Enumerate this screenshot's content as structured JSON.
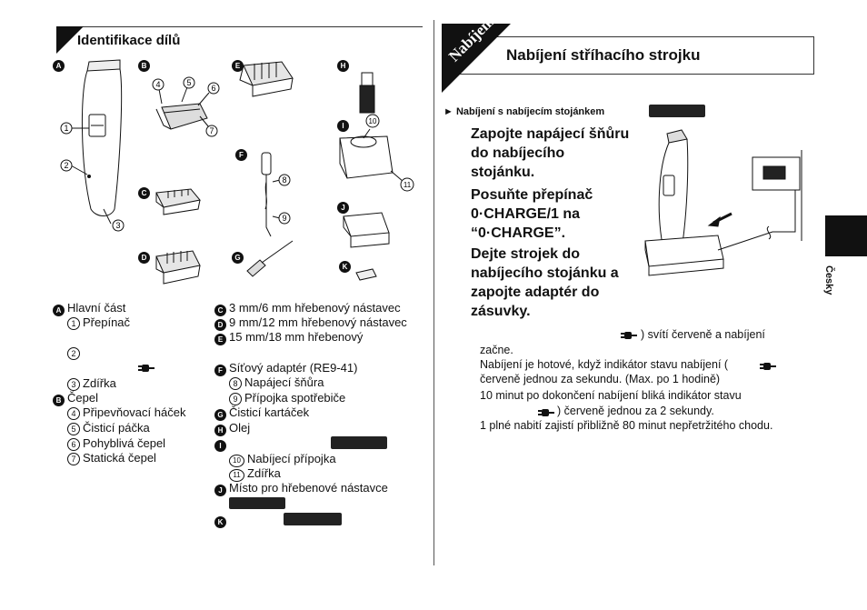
{
  "left": {
    "title": "Identifikace dílů",
    "figure_labels": {
      "A": "A",
      "B": "B",
      "C": "C",
      "D": "D",
      "E": "E",
      "F": "F",
      "G": "G",
      "H": "H",
      "I": "I",
      "J": "J",
      "K": "K"
    },
    "callouts": [
      "1",
      "2",
      "3",
      "4",
      "5",
      "6",
      "7",
      "8",
      "9",
      "10",
      "11"
    ],
    "col1": [
      {
        "badge": "A",
        "text": "Hlavní část"
      },
      {
        "num": "1",
        "text": "Přepínač"
      },
      {
        "num": "2",
        "text": ""
      },
      {
        "num": "3",
        "text": "Zdířka"
      },
      {
        "badge": "B",
        "text": "Čepel"
      },
      {
        "num": "4",
        "text": "Připevňovací háček"
      },
      {
        "num": "5",
        "text": "Čisticí páčka"
      },
      {
        "num": "6",
        "text": "Pohyblivá čepel"
      },
      {
        "num": "7",
        "text": "Statická čepel"
      }
    ],
    "col2": [
      {
        "badge": "C",
        "text": "3 mm/6 mm hřebenový nástavec"
      },
      {
        "badge": "D",
        "text": "9 mm/12 mm hřebenový nástavec"
      },
      {
        "badge": "E",
        "text": "15 mm/18 mm hřebenový"
      },
      {
        "badge": "F",
        "text": "Síťový adaptér (RE9-41)"
      },
      {
        "num": "8",
        "text": "Napájecí šňůra"
      },
      {
        "num": "9",
        "text": "Přípojka spotřebiče"
      },
      {
        "badge": "G",
        "text": "Čisticí kartáček"
      },
      {
        "badge": "H",
        "text": "Olej"
      },
      {
        "badge": "I",
        "text": ""
      },
      {
        "num": "10",
        "text": "Nabíjecí přípojka"
      },
      {
        "num": "11",
        "text": "Zdířka"
      },
      {
        "badge": "J",
        "text": "Místo pro hřebenové nástavce"
      },
      {
        "badge": "K",
        "text": ""
      }
    ]
  },
  "right": {
    "tab_label": "Nabíjení",
    "title": "Nabíjení stříhacího strojku",
    "subtitle": "► Nabíjení s nabíjecím stojánkem",
    "steps": [
      "Zapojte napájecí šňůru do nabíjecího stojánku.",
      "Posuňte přepínač 0·CHARGE/1 na “0·CHARGE”.",
      "Dejte strojek do nabíjecího stojánku a zapojte adaptér do zásuvky."
    ],
    "step_lines": [
      [
        "Zapojte napájecí šňůru",
        "do nabíjecího",
        "stojánku."
      ],
      [
        "Posuňte přepínač",
        "0·CHARGE/1 na",
        "“0·CHARGE”."
      ],
      [
        "Dejte strojek do",
        "nabíjecího stojánku a",
        "zapojte adaptér do",
        "zásuvky."
      ]
    ],
    "notes": {
      "l1": ") svítí červeně a nabíjení",
      "l2": "začne.",
      "l3": "Nabíjení je hotové, když indikátor stavu nabíjení (",
      "l4": "červeně jednou za sekundu. (Max. po 1 hodině)",
      "l5": "10 minut po dokončení nabíjení bliká indikátor stavu",
      "l6": ") červeně jednou za 2 sekundy.",
      "l7": "1 plné nabití zajistí přibližně 80 minut nepřetržitého chodu."
    },
    "language": "Česky"
  },
  "colors": {
    "ink": "#111111",
    "redaction": "#222222",
    "rule": "#333333"
  },
  "icons": [
    "plug-icon",
    "clipper-drawing",
    "charging-stand-drawing",
    "blade-drawing",
    "comb-attachment-drawing",
    "adapter-drawing",
    "brush-drawing",
    "oil-bottle-drawing"
  ]
}
